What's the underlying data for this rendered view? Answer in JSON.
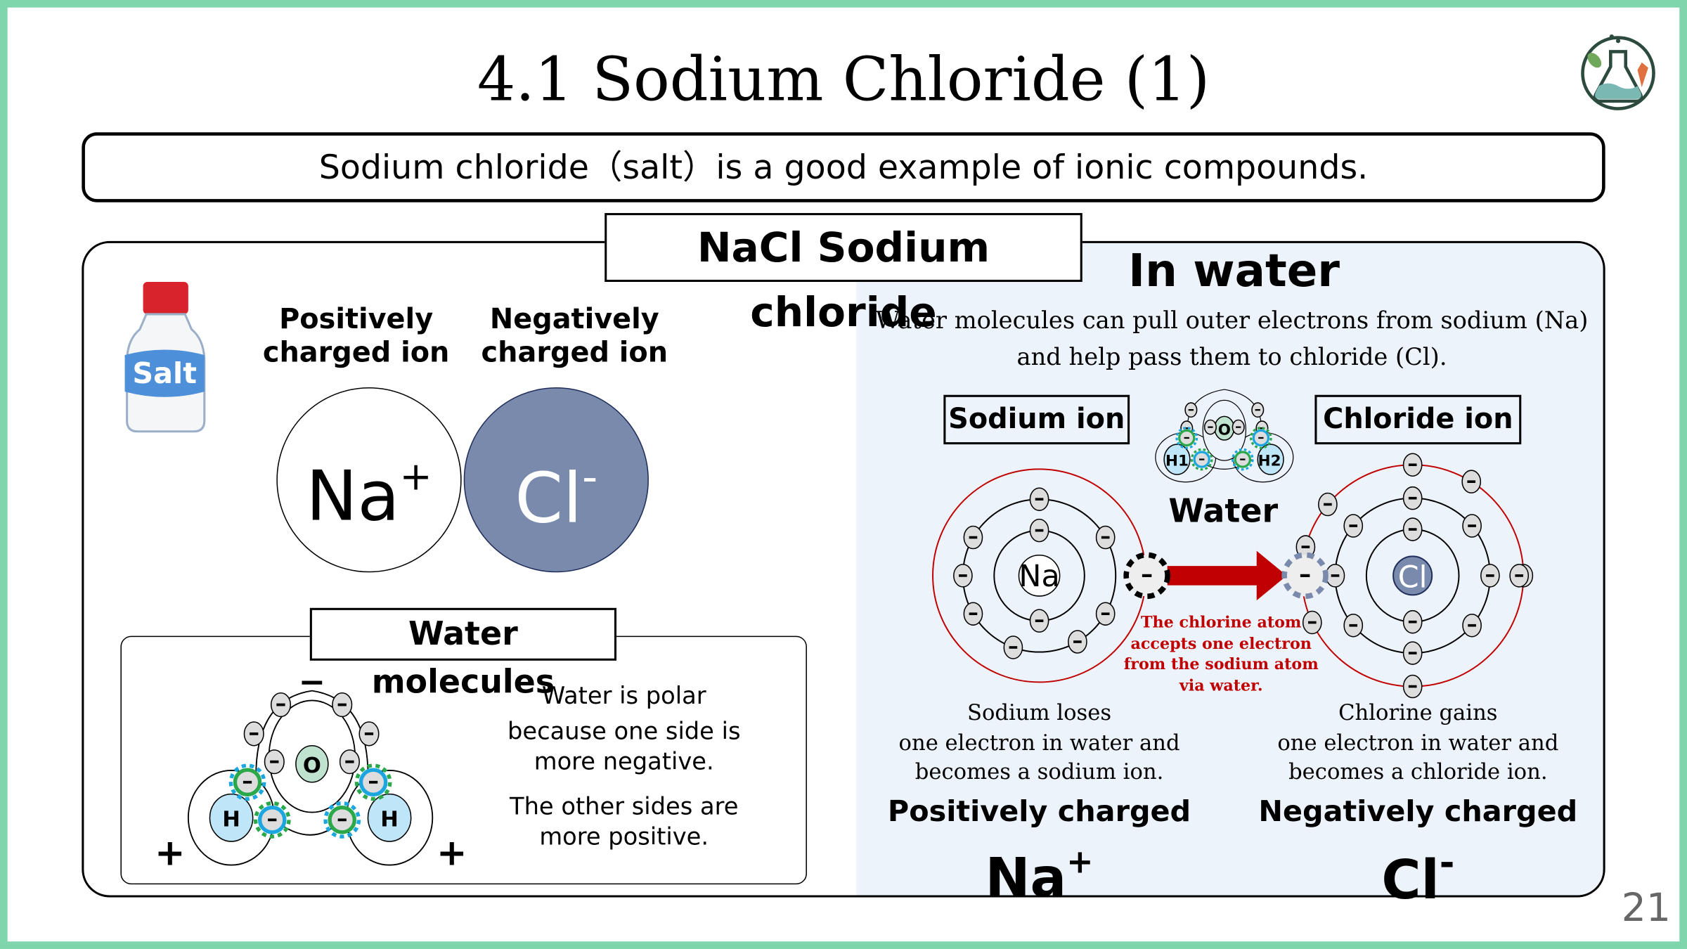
{
  "title": "4.1 Sodium Chloride (1)",
  "subtitle": "Sodium chloride（salt）is a good example of ionic compounds.",
  "section_label": "NaCl Sodium chloride",
  "salt_bottle": {
    "label": "Salt"
  },
  "ions": {
    "positive_label": [
      "Positively",
      "charged ion"
    ],
    "negative_label": [
      "Negatively",
      "charged ion"
    ],
    "na_symbol": "Na",
    "na_charge": "+",
    "cl_symbol": "Cl",
    "cl_charge": "-"
  },
  "water_box": {
    "label": "Water molecules",
    "text1": [
      "Water is polar",
      "because one side is",
      "more negative."
    ],
    "text2": [
      "The other sides are",
      "more positive."
    ],
    "atoms": {
      "oxygen": "O",
      "hydrogen": "H"
    },
    "minus": "−",
    "plus": "+"
  },
  "in_water": {
    "heading": "In water",
    "description": [
      "Water molecules can pull outer electrons from sodium (Na)",
      "and help pass them to chloride (Cl)."
    ],
    "sodium_label": "Sodium ion",
    "chloride_label": "Chloride ion",
    "water_label": "Water",
    "water_atoms": {
      "o": "O",
      "h1": "H1",
      "h2": "H2"
    },
    "na_nucleus": "Na",
    "cl_nucleus": "Cl",
    "transfer_note": [
      "The chlorine atom",
      "accepts one electron",
      "from the sodium atom",
      "via water."
    ],
    "sodium_desc": [
      "Sodium loses",
      "one electron in water and",
      "becomes a sodium ion."
    ],
    "chlorine_desc": [
      "Chlorine gains",
      "one electron in water and",
      "becomes a chloride ion."
    ],
    "positive": "Positively charged",
    "negative": "Negatively charged",
    "na_ion": "Na",
    "na_ion_charge": "+",
    "cl_ion": "Cl",
    "cl_ion_charge": "-"
  },
  "page_number": "21",
  "colors": {
    "border": "#7fd6ad",
    "cl_fill": "#7a8aad",
    "red": "#c00000",
    "panel": "#edf3fb"
  }
}
